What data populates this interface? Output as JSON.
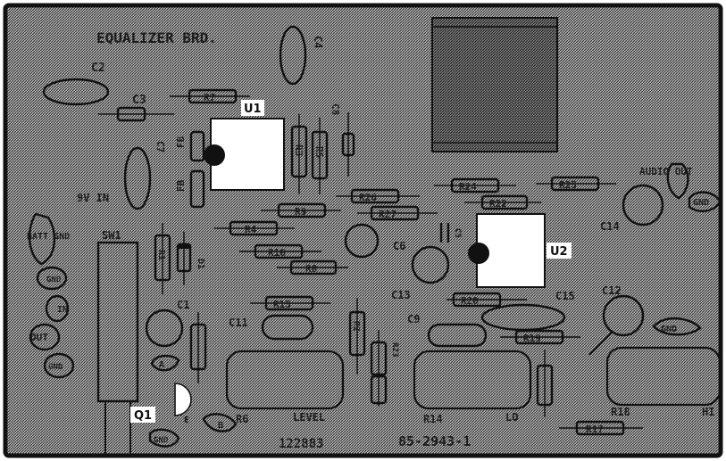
{
  "board": {
    "title": "EQUALIZER BRD.",
    "part_number": "122883",
    "drawing_number": "85-2943-1",
    "colors": {
      "hatch_dark": "#2a2a2a",
      "hatch_light": "#bdbdbd",
      "ink": "#111111",
      "highlight": "#ffffff"
    }
  },
  "labels": {
    "u1": "U1",
    "u2": "U2",
    "q1": "Q1",
    "c1": "C1",
    "c2": "C2",
    "c3": "C3",
    "c4": "C4",
    "c5": "C5",
    "c6": "C6",
    "c7": "C7",
    "c8": "C8",
    "c9": "C9",
    "c11": "C11",
    "c12": "C12",
    "c13": "C13",
    "c14": "C14",
    "c15": "C15",
    "r1": "R1",
    "r2": "R2",
    "r3": "R3",
    "r4": "R4",
    "r5": "R5",
    "r6": "R6",
    "r7": "R7",
    "r8": "R8",
    "r9": "R9",
    "r14": "R14",
    "r15": "R15",
    "r16": "R16",
    "r17": "R17",
    "r18": "R18",
    "r19": "R19",
    "r20": "R20",
    "r22": "R22",
    "r23": "R23",
    "r24": "R24",
    "r25": "R25",
    "r26": "R26",
    "r27": "R27",
    "d1": "D1",
    "fb1": "FB",
    "fb2": "FB",
    "sw1": "SW1",
    "level": "LEVEL",
    "lo": "LO",
    "hi": "HI",
    "nine_v_in": "9V IN",
    "batt_gnd": "BATT GND",
    "gnd": "GND",
    "in": "IN",
    "out": "OUT",
    "audio_out": "AUDIO OUT",
    "pin_a": "A",
    "pin_b": "B",
    "pin_e": "E"
  }
}
